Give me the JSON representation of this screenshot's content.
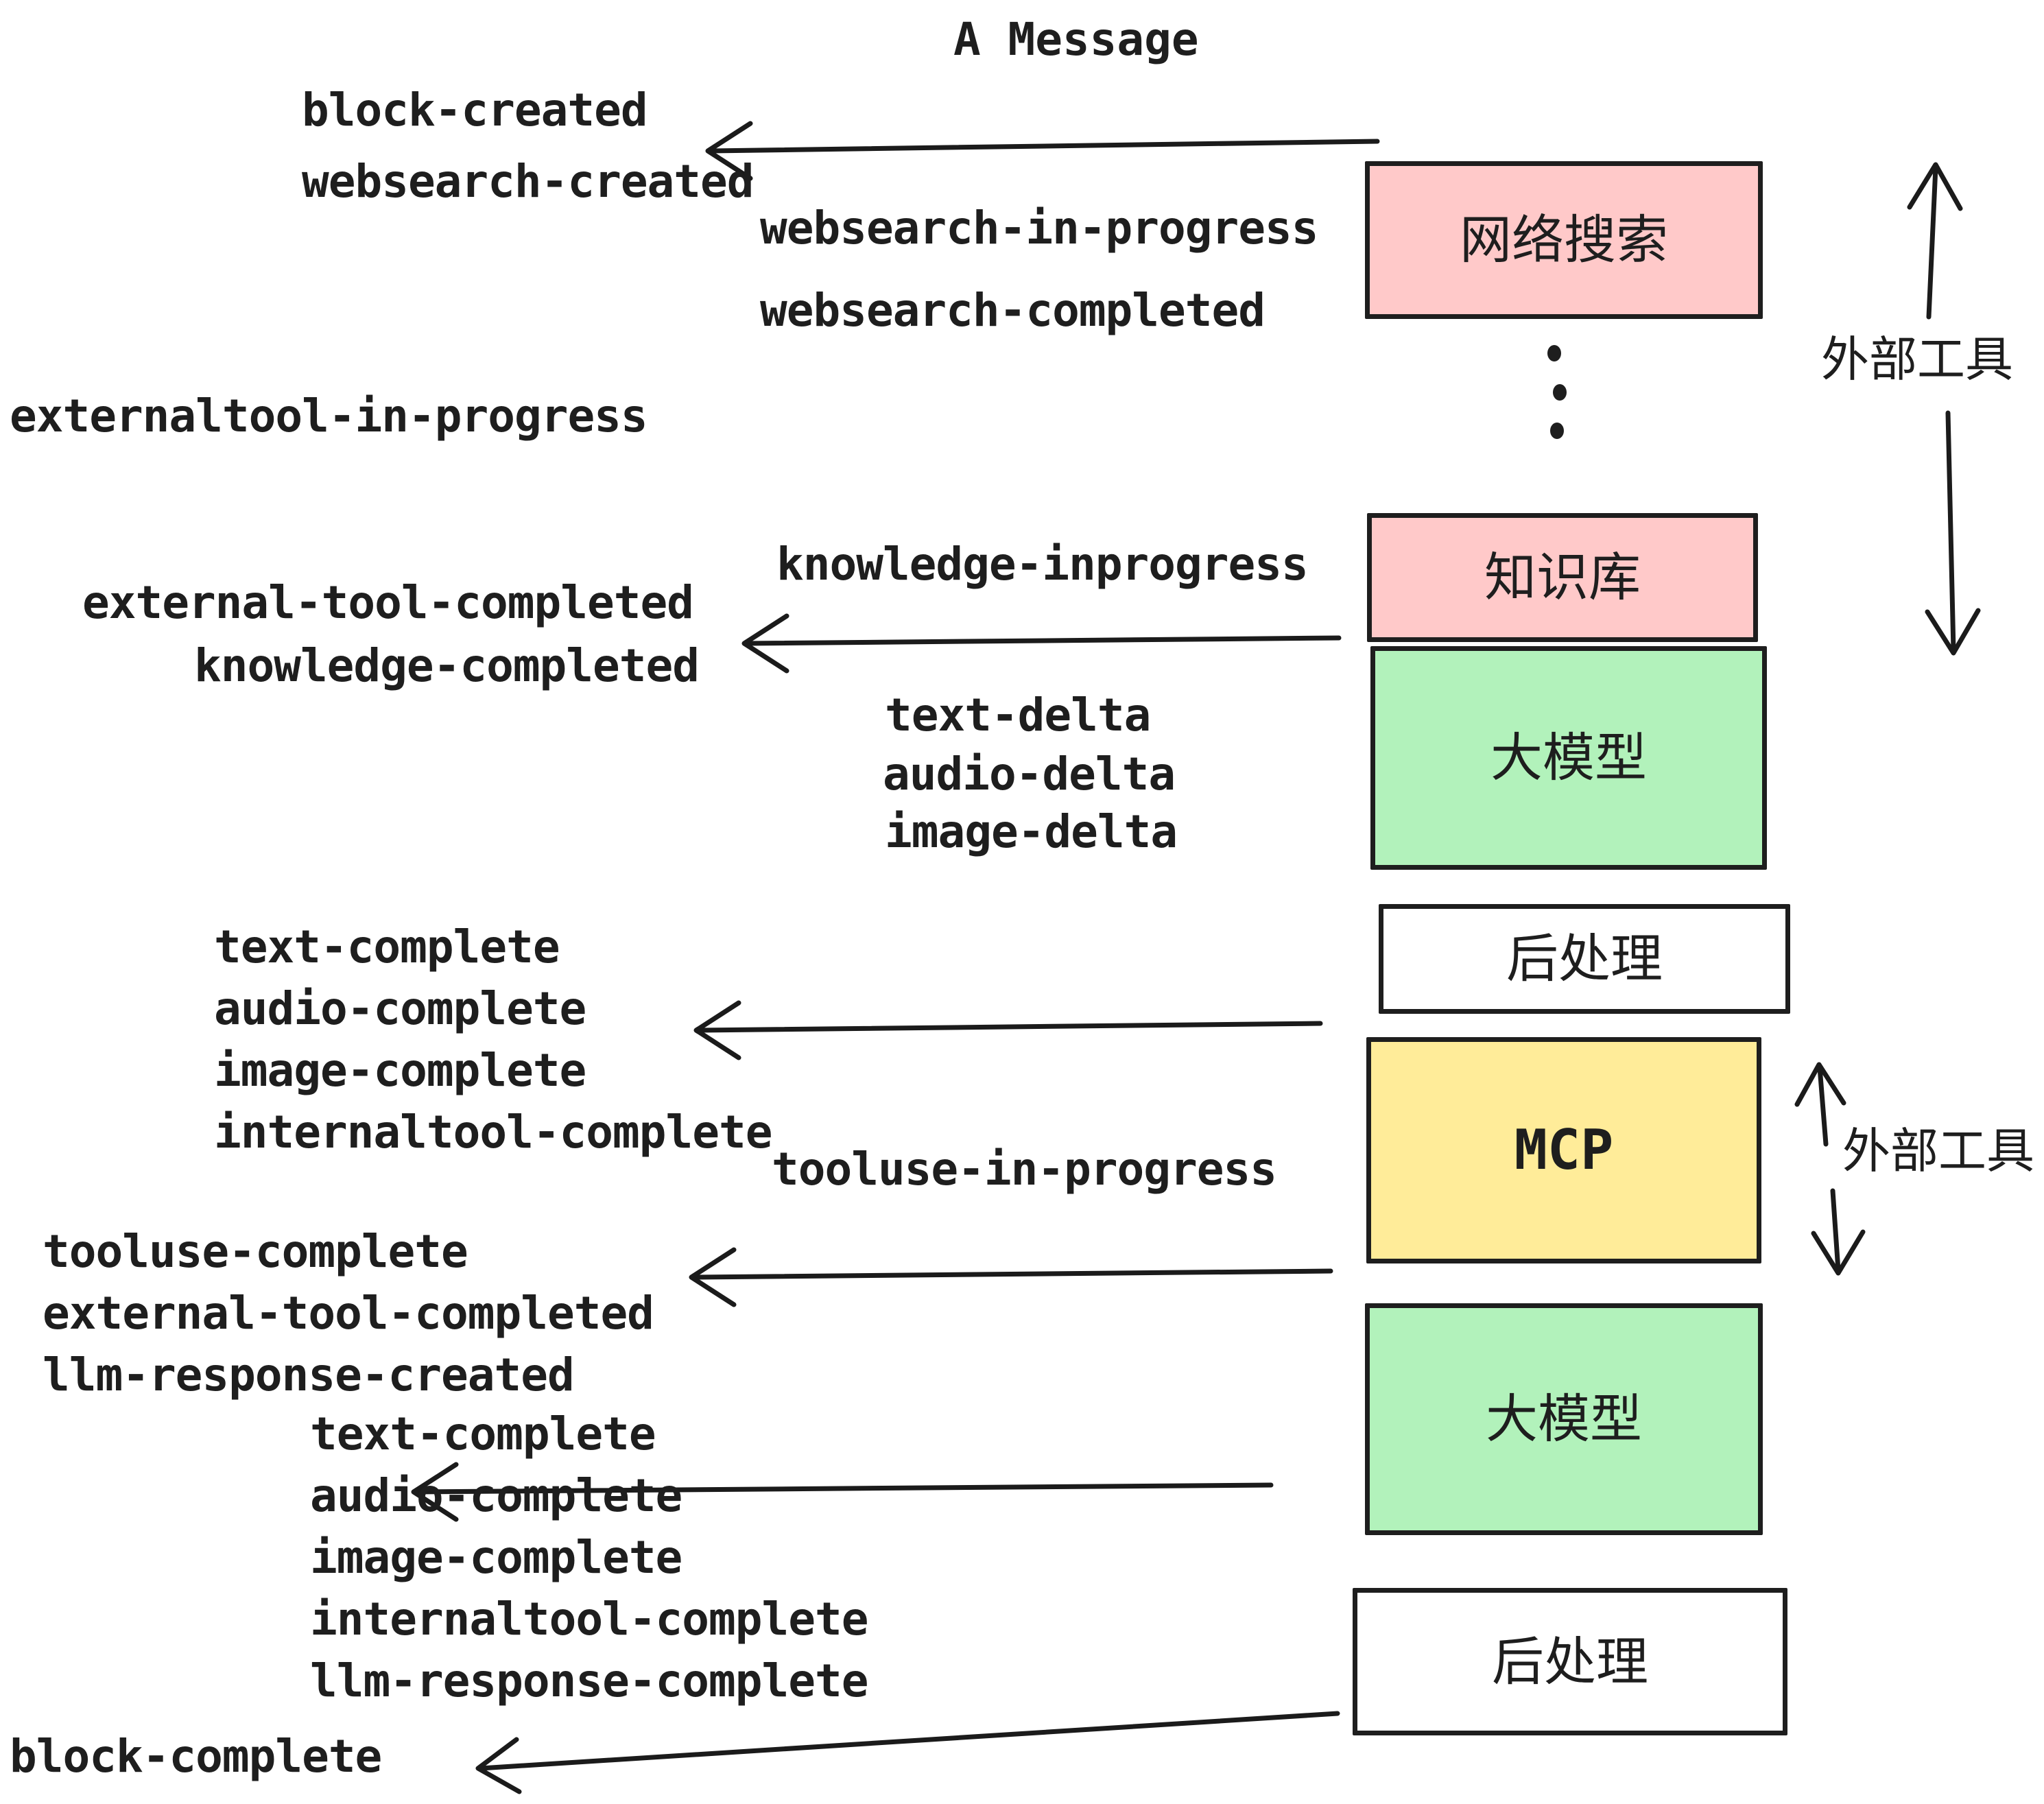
{
  "diagram": {
    "title": "A Message",
    "events": [
      {
        "id": "block-created",
        "text": "block-created"
      },
      {
        "id": "websearch-created",
        "text": "websearch-created"
      },
      {
        "id": "websearch-in-progress",
        "text": "websearch-in-progress"
      },
      {
        "id": "websearch-completed",
        "text": "websearch-completed"
      },
      {
        "id": "externaltool-in-progress",
        "text": "externaltool-in-progress"
      },
      {
        "id": "knowledge-inprogress",
        "text": "knowledge-inprogress"
      },
      {
        "id": "external-tool-completed-1",
        "text": "external-tool-completed"
      },
      {
        "id": "knowledge-completed",
        "text": "knowledge-completed"
      },
      {
        "id": "text-delta-1",
        "text": "text-delta"
      },
      {
        "id": "audio-delta-1",
        "text": "audio-delta"
      },
      {
        "id": "image-delta-1",
        "text": "image-delta"
      },
      {
        "id": "text-complete-1",
        "text": "text-complete"
      },
      {
        "id": "audio-complete-1",
        "text": "audio-complete"
      },
      {
        "id": "image-complete-1",
        "text": "image-complete"
      },
      {
        "id": "internaltool-complete-1",
        "text": "internaltool-complete"
      },
      {
        "id": "tooluse-in-progress",
        "text": "tooluse-in-progress"
      },
      {
        "id": "tooluse-complete",
        "text": "tooluse-complete"
      },
      {
        "id": "external-tool-completed-2",
        "text": "external-tool-completed"
      },
      {
        "id": "llm-response-created",
        "text": "llm-response-created"
      },
      {
        "id": "text-complete-2",
        "text": "text-complete"
      },
      {
        "id": "audio-complete-2",
        "text": "audio-complete"
      },
      {
        "id": "image-complete-2",
        "text": "image-complete"
      },
      {
        "id": "internaltool-complete-2",
        "text": "internaltool-complete"
      },
      {
        "id": "llm-response-complete",
        "text": "llm-response-complete"
      },
      {
        "id": "block-complete",
        "text": "block-complete"
      }
    ],
    "boxes": [
      {
        "id": "websearch",
        "label": "网络搜索",
        "color": "#ffc9c9"
      },
      {
        "id": "knowledge",
        "label": "知识库",
        "color": "#ffc9c9"
      },
      {
        "id": "llm-1",
        "label": "大模型",
        "color": "#b2f2bb"
      },
      {
        "id": "postprocess-1",
        "label": "后处理",
        "color": "#ffffff"
      },
      {
        "id": "mcp",
        "label": "MCP",
        "color": "#ffec99"
      },
      {
        "id": "llm-2",
        "label": "大模型",
        "color": "#b2f2bb"
      },
      {
        "id": "postprocess-2",
        "label": "后处理",
        "color": "#ffffff"
      }
    ],
    "side_labels": [
      {
        "id": "external-tools-top",
        "text": "外部工具"
      },
      {
        "id": "external-tools-bottom",
        "text": "外部工具"
      }
    ],
    "colors": {
      "pink": "#ffc9c9",
      "green": "#b2f2bb",
      "yellow": "#ffec99",
      "stroke": "#1b1b1b",
      "text": "#1e1e1e",
      "background": "#ffffff"
    }
  }
}
